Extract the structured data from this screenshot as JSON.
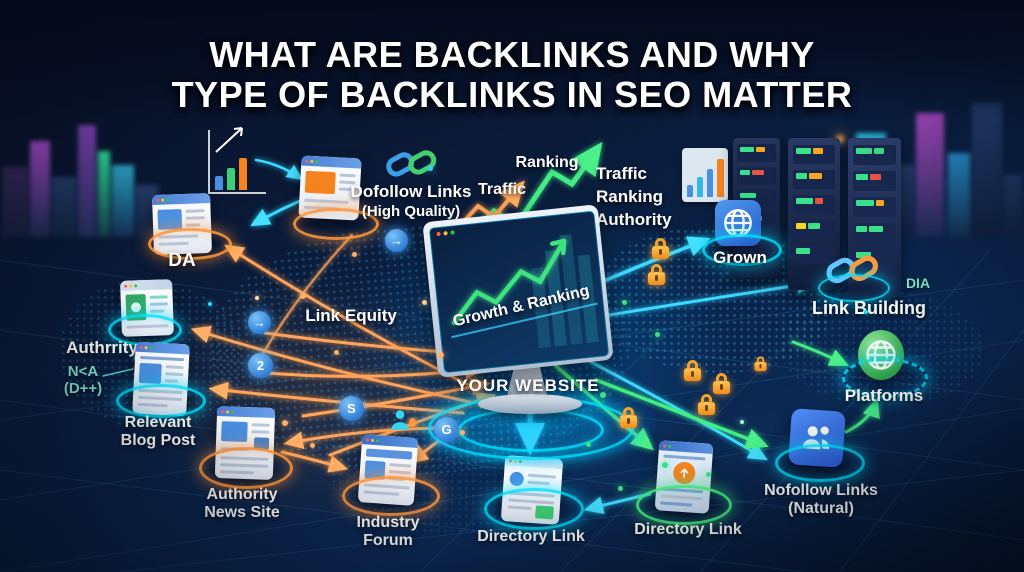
{
  "title": {
    "line1": "WHAT ARE BACKLINKS AND WHY",
    "line2": "TYPE OF BACKLINKS IN SEO MATTER"
  },
  "center": {
    "screen_text": "Growth & Ranking",
    "website_label": "YOUR WEBSITE"
  },
  "nodes": {
    "da": {
      "label": "DA"
    },
    "dofollow": {
      "line1": "Dofollow Links",
      "line2": "(High Quality)"
    },
    "traffic_arrow": {
      "label": "Traffic"
    },
    "ranking_arrow": {
      "label": "Ranking"
    },
    "tra": {
      "line1": "Traffic",
      "line2": "Ranking",
      "line3": "Authority"
    },
    "grown": {
      "label": "Grown"
    },
    "link_building": {
      "label": "Link Building"
    },
    "dia": {
      "label": "DIA"
    },
    "platforms": {
      "label": "Platforms"
    },
    "nofollow": {
      "line1": "Nofollow Links",
      "line2": "(Natural)"
    },
    "directory_right": {
      "label": "Directory Link"
    },
    "directory_center": {
      "label": "Directory Link"
    },
    "industry_forum": {
      "line1": "Industry",
      "line2": "Forum"
    },
    "authority_news": {
      "line1": "Authority",
      "line2": "News Site"
    },
    "relevant_blog": {
      "line1": "Relevant",
      "line2": "Blog Post"
    },
    "authrrity": {
      "label": "Authrrity"
    },
    "na_metric": {
      "line1": "N<A",
      "line2": "(D++)"
    },
    "link_equity": {
      "label": "Link Equity"
    }
  },
  "badges": {
    "arrow_top": "→",
    "arrow_left": "→",
    "two": "2",
    "s": "S",
    "g": "G"
  },
  "colors": {
    "background": "#0a1a38",
    "orange_arrow": "#ffa45c",
    "cyan_arrow": "#3fd9ff",
    "green_arrow": "#44ec85",
    "teal_text": "#7fe8d2",
    "badge_blue": "#2f7fd6",
    "lock_orange": "#f5a32a"
  }
}
